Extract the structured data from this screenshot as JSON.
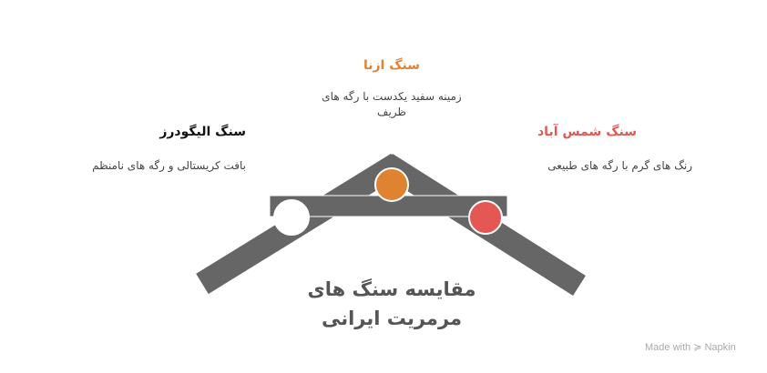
{
  "colors": {
    "bar": "#666666",
    "orange": "#E08330",
    "red": "#E55753",
    "white": "#FFFFFF"
  },
  "items": [
    {
      "title": "سنگ ازنا",
      "desc": "زمینه سفید یکدست با رگه های ظریف",
      "color": "#E08330"
    },
    {
      "title": "سنگ الیگودرز",
      "desc": "بافت کریستالی و رگه های نامنظم",
      "color": "#111111"
    },
    {
      "title": "سنگ شمس آباد",
      "desc": "رنگ های گرم با رگه های طبیعی",
      "color": "#E55753"
    }
  ],
  "main_title": "مقایسه سنگ های مرمریت ایرانی",
  "footer": {
    "made_with": "Made with",
    "brand": "Napkin"
  }
}
